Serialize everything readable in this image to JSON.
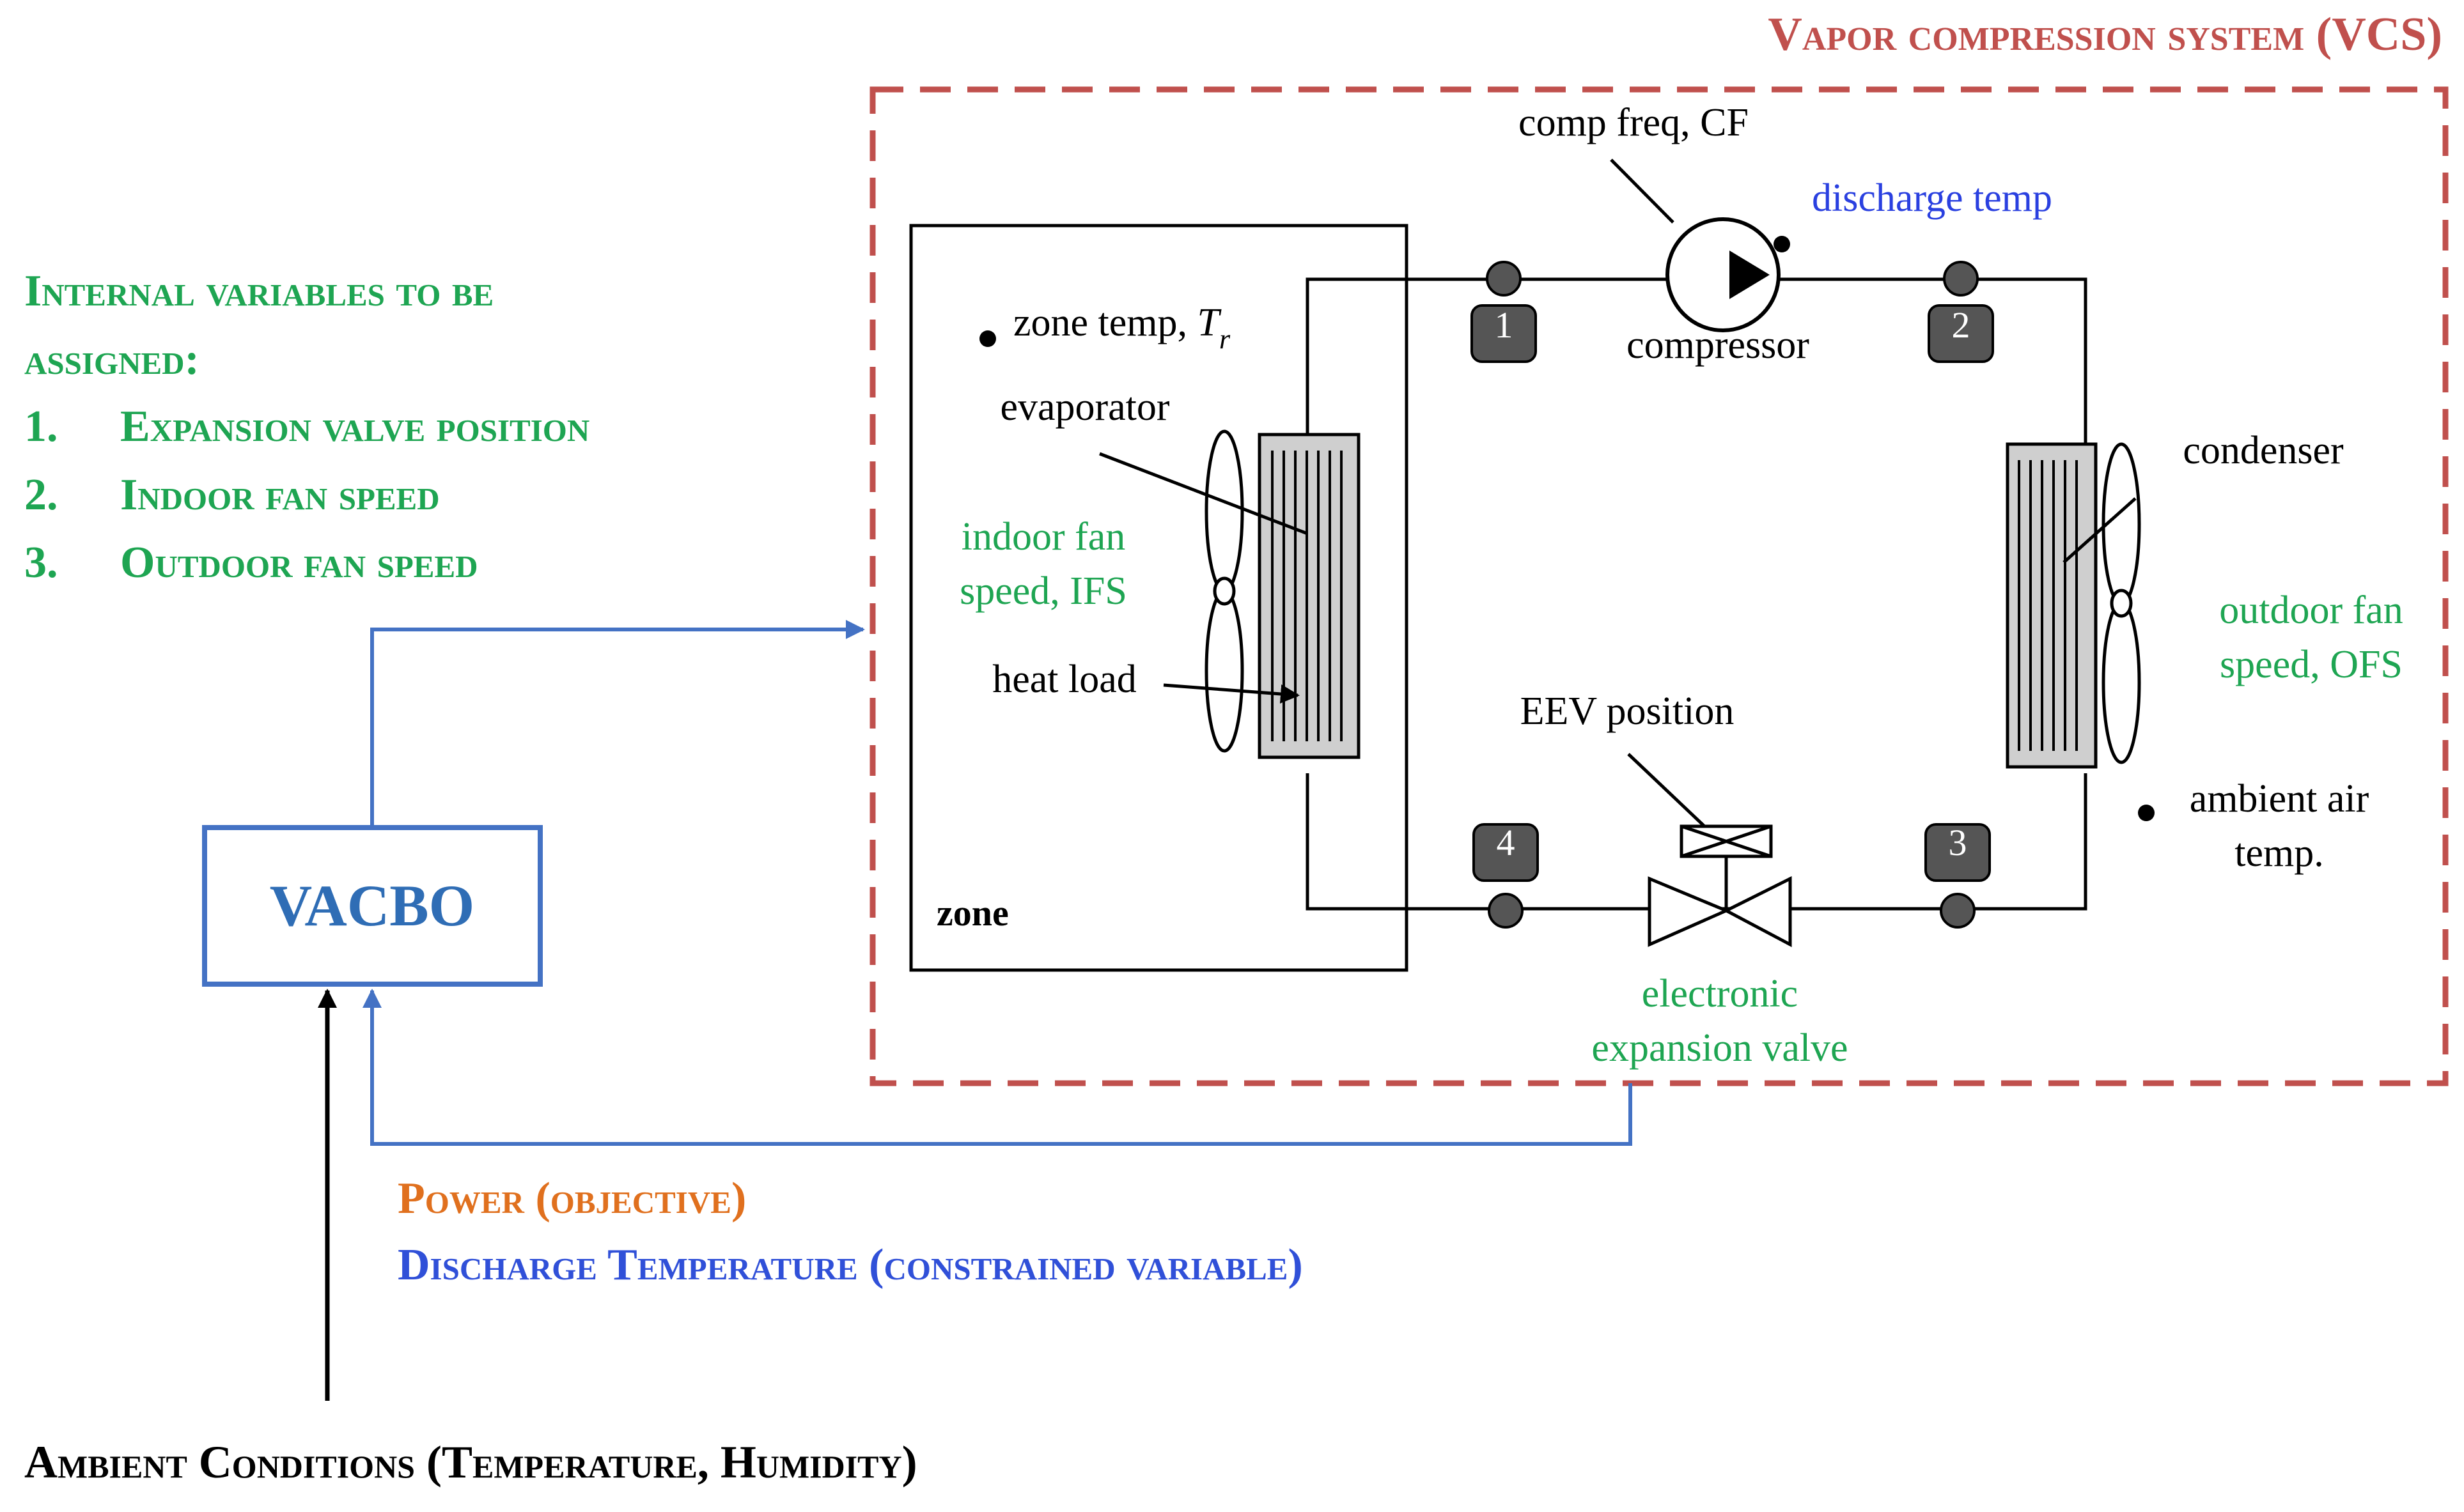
{
  "colors": {
    "green": "#1ea552",
    "orange": "#e0701e",
    "blue": "#3050d8",
    "box_blue": "#4472c4",
    "vacbo_text": "#2f6db5",
    "vcs_red": "#c0504d",
    "discharge_blue": "#2a40e0",
    "black": "#000000",
    "node_gray": "#555555",
    "coil_gray": "#cfcfcf"
  },
  "vcs": {
    "title": "Vapor compression system (VCS)"
  },
  "internal": {
    "heading_line1": "Internal variables to be",
    "heading_line2": "assigned:",
    "items": [
      {
        "num": "1.",
        "text": "Expansion valve position"
      },
      {
        "num": "2.",
        "text": "Indoor fan speed"
      },
      {
        "num": "3.",
        "text": "Outdoor fan speed"
      }
    ]
  },
  "vacbo": {
    "label": "VACBO"
  },
  "outputs": {
    "power": "Power (objective)",
    "discharge": "Discharge Temperature (constrained variable)"
  },
  "ambient_conditions": "Ambient Conditions (Temperature, Humidity)",
  "schematic": {
    "comp_freq": "comp freq, CF",
    "discharge_temp": "discharge temp",
    "compressor": "compressor",
    "zone_temp": "zone temp, ",
    "zone_temp_symbol": "T",
    "zone_temp_subscript": "r",
    "evaporator": "evaporator",
    "indoor_fan_line1": "indoor fan",
    "indoor_fan_line2": "speed, IFS",
    "heat_load": "heat load",
    "zone": "zone",
    "condenser": "condenser",
    "outdoor_fan_line1": "outdoor fan",
    "outdoor_fan_line2": "speed, OFS",
    "ambient_air_line1": "ambient air",
    "ambient_air_line2": "temp.",
    "eev_position": "EEV position",
    "eev_line1": "electronic",
    "eev_line2": "expansion valve",
    "nodes": [
      "1",
      "2",
      "3",
      "4"
    ]
  }
}
